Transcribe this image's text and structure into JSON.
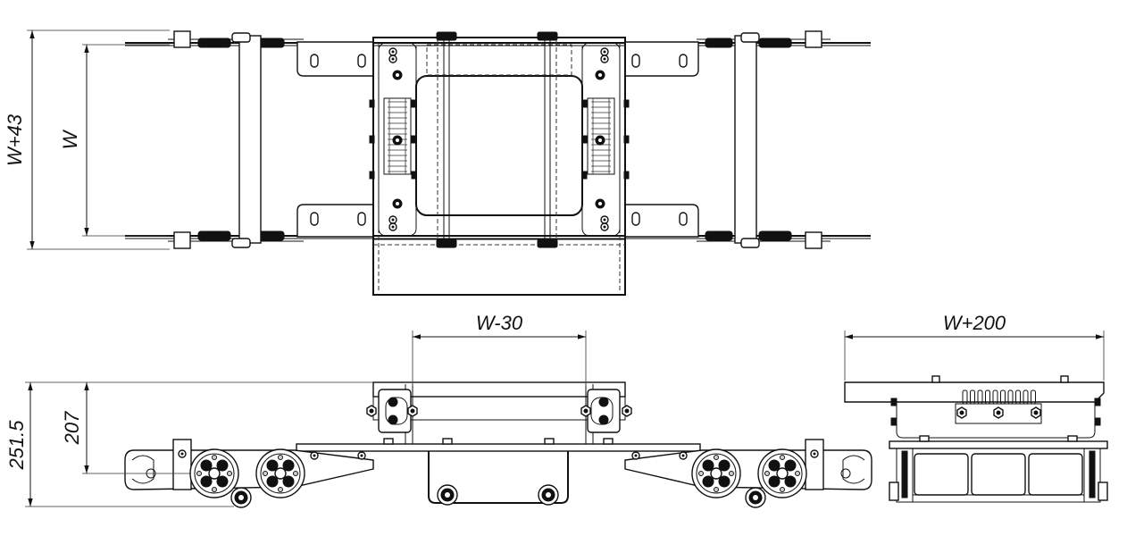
{
  "dimensions": {
    "top_outer_width": "W+43",
    "top_inner_width": "W",
    "front_inner_width": "W-30",
    "side_width": "W+200",
    "front_total_height": "251.5",
    "front_height": "207"
  },
  "colors": {
    "line": "#111111",
    "background": "#ffffff"
  }
}
